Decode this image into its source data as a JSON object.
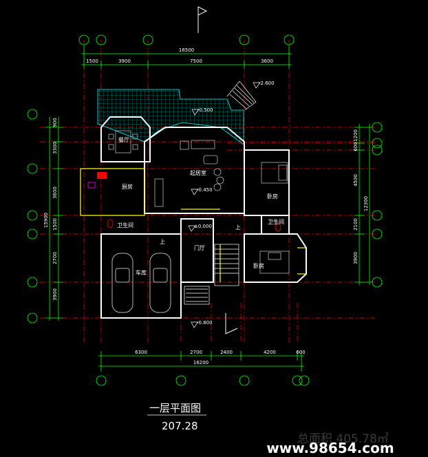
{
  "drawing": {
    "title": "一层平面图",
    "area": "207.28",
    "total_area": "总面积 405.78㎡",
    "watermark": "www.98654.com"
  },
  "dimensions": {
    "top_overall": "16500",
    "top_segments": [
      "1500",
      "3900",
      "7500",
      "3600"
    ],
    "bottom_segments": [
      "6300",
      "2700",
      "2400",
      "4200",
      "600"
    ],
    "bottom_overall": "16200",
    "left_segments": [
      "900",
      "3300",
      "3600",
      "1500",
      "2700",
      "3900"
    ],
    "left_overall": "15900",
    "right_top": "1200",
    "right_top2": "600",
    "right_segments": [
      "4500",
      "2100",
      "3900"
    ],
    "right_overall": "12300"
  },
  "rooms": {
    "dining": "餐厅",
    "living": "起居室",
    "kitchen": "厨房",
    "bath_left": "卫生间",
    "garage": "车库",
    "foyer": "门厅",
    "bedroom_top": "卧房",
    "bath_right": "卫生间",
    "bedroom_bottom": "卧房",
    "up_left": "上",
    "up_mid": "上"
  },
  "elevations": {
    "terrace": "-2.600",
    "porch": "-0.500",
    "living": "-0.450",
    "foyer": "±0.000",
    "entry": "-0.800"
  },
  "colors": {
    "grid_green": "#00ff00",
    "axis_red": "#ff0000",
    "wall_white": "#ffffff",
    "terrace_cyan": "#00c8c8",
    "furniture_grey": "#b4b4b4",
    "yellow": "#ffff00",
    "magenta": "#ff00ff"
  }
}
